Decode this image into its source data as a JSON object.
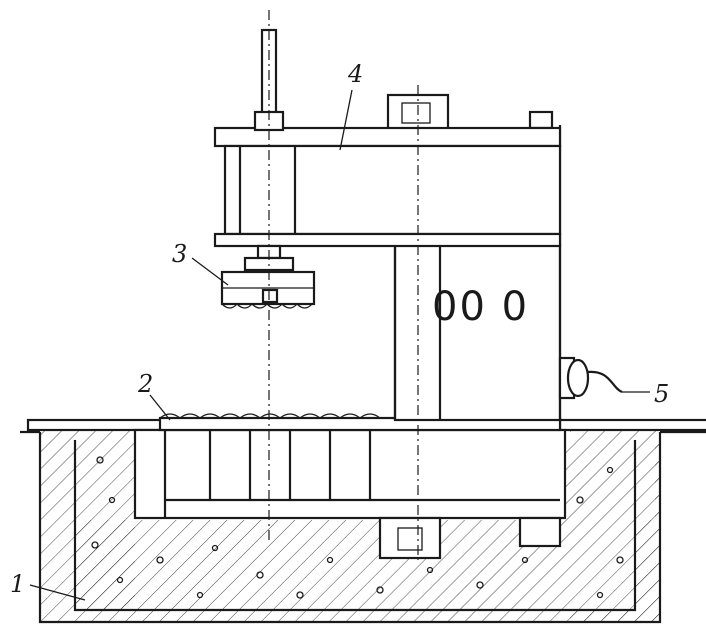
{
  "callouts": [
    {
      "id": "1",
      "text": "1"
    },
    {
      "id": "2",
      "text": "2"
    },
    {
      "id": "3",
      "text": "3"
    },
    {
      "id": "4",
      "text": "4"
    },
    {
      "id": "5",
      "text": "5"
    }
  ],
  "window_marking": "00 0",
  "colors": {
    "ink": "#1a1a1a",
    "paper": "#ffffff"
  }
}
